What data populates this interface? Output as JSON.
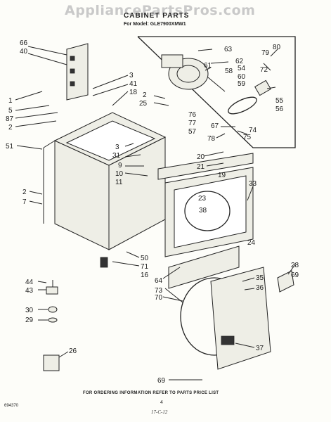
{
  "watermark": "AppliancePartsPros.com",
  "header": {
    "title": "CABINET PARTS",
    "model": "For Model: GLE7900XMW1"
  },
  "footer": {
    "ordering_note": "FOR ORDERING INFORMATION REFER TO PARTS PRICE LIST",
    "doc_number": "694370",
    "page_number": "4",
    "date_note": "17-C-12"
  },
  "callouts": {
    "c66": "66",
    "c40": "40",
    "c1": "1",
    "c5": "5",
    "c87": "87",
    "c2a": "2",
    "c51": "51",
    "c3a": "3",
    "c41": "41",
    "c18": "18",
    "c2b": "2",
    "c25": "25",
    "c63": "63",
    "c62": "62",
    "c61": "61",
    "c58": "58",
    "c54": "54",
    "c60": "60",
    "c59": "59",
    "c79": "79",
    "c80": "80",
    "c72": "72",
    "c55": "55",
    "c56": "56",
    "c76": "76",
    "c77": "77",
    "c57": "57",
    "c67": "67",
    "c74": "74",
    "c78": "78",
    "c75": "75",
    "c3b": "3",
    "c31": "31",
    "c9": "9",
    "c10": "10",
    "c11": "11",
    "c20": "20",
    "c21": "21",
    "c19": "19",
    "c2c": "2",
    "c7": "7",
    "c23": "23",
    "c38": "38",
    "c33": "33",
    "c50": "50",
    "c71": "71",
    "c16": "16",
    "c24": "24",
    "c64": "64",
    "c73": "73",
    "c70": "70",
    "c35": "35",
    "c36": "36",
    "c28": "28",
    "c69a": "69",
    "c37": "37",
    "c69b": "69",
    "c44": "44",
    "c43": "43",
    "c30": "30",
    "c29": "29",
    "c26": "26"
  }
}
